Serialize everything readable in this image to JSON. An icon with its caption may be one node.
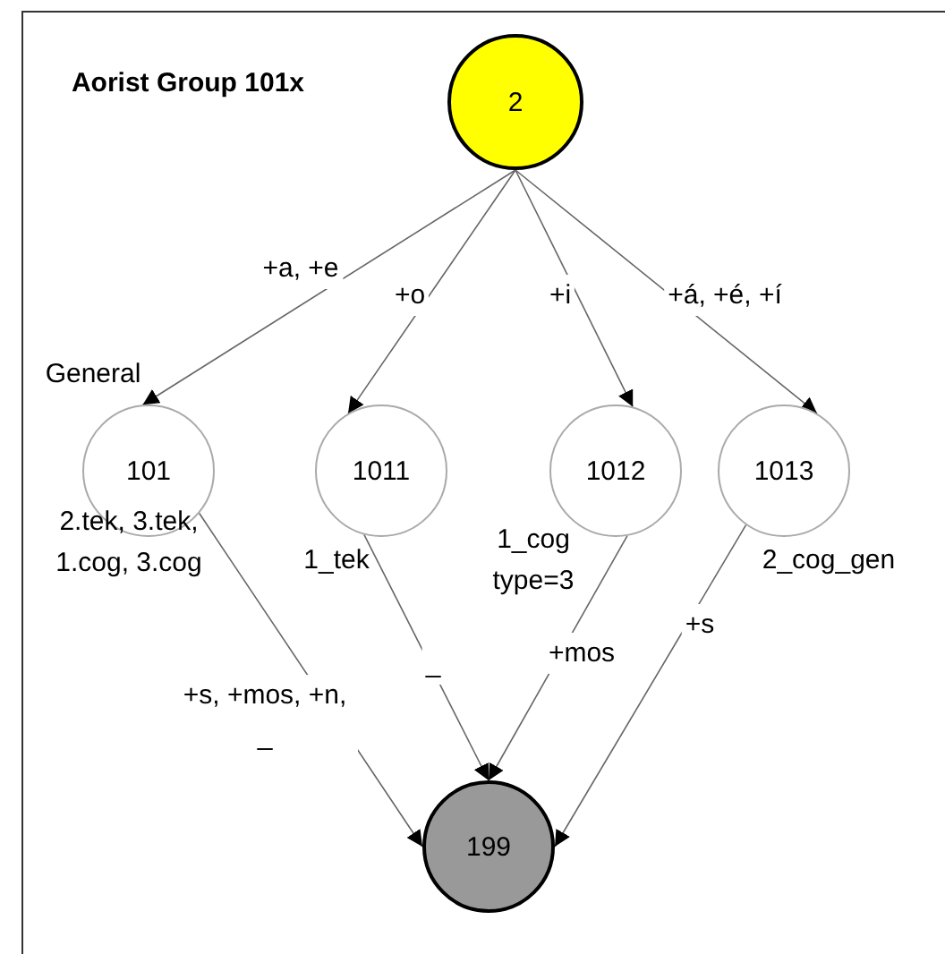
{
  "diagram": {
    "title": "Aorist Group 101x",
    "nodes": [
      {
        "text": [
          "2"
        ]
      },
      {
        "text": [
          "101"
        ],
        "beside": [
          "General",
          "2.tek, 3.tek, 1.cog, 3.cog"
        ]
      },
      {
        "text": [
          "1011"
        ],
        "beside": [
          "1_tek"
        ]
      },
      {
        "text": [
          "1012"
        ],
        "beside": [
          "1_cog type=3"
        ]
      },
      {
        "text": [
          "1013"
        ],
        "beside": [
          "2_cog_gen"
        ]
      },
      {
        "text": [
          "199"
        ]
      }
    ],
    "edges": [
      {
        "from": 0,
        "to": 1,
        "arrow": "to",
        "label": "+a, +e"
      },
      {
        "from": 0,
        "to": 2,
        "arrow": "to",
        "label": "+o"
      },
      {
        "from": 0,
        "to": 3,
        "arrow": "to",
        "label": "+i"
      },
      {
        "from": 0,
        "to": 4,
        "arrow": "to",
        "label": "+á, +é, +í"
      },
      {
        "from": 1,
        "to": 5,
        "arrow": "to",
        "label": "+s, +mos, +n, _"
      },
      {
        "from": 2,
        "to": 5,
        "arrow": "to",
        "label": "_"
      },
      {
        "from": 3,
        "to": 5,
        "arrow": "to",
        "label": "+mos"
      },
      {
        "from": 4,
        "to": 5,
        "arrow": "to",
        "label": "+s"
      }
    ]
  }
}
